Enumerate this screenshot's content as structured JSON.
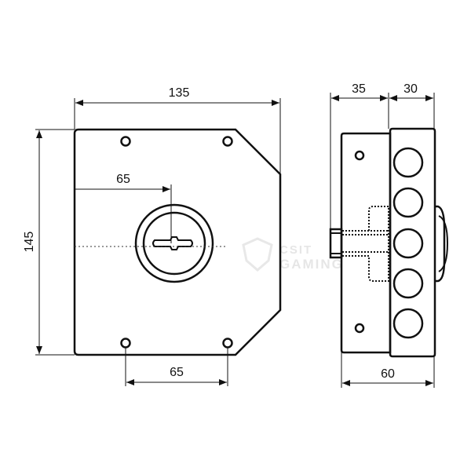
{
  "dimensions": {
    "front_width": "135",
    "front_height": "145",
    "keyhole_offset": "65",
    "hole_spacing": "65",
    "side_depth_left": "35",
    "side_depth_right": "30",
    "side_total": "60"
  },
  "watermark": {
    "line1": "CSIT",
    "line2": "GAMING"
  },
  "colors": {
    "stroke": "#111111",
    "watermark": "#e6e6e6"
  }
}
